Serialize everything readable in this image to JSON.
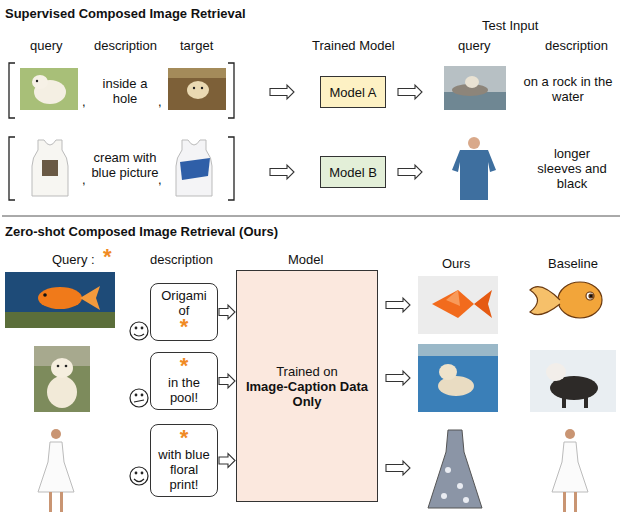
{
  "diagram": {
    "nodes": [
      {
        "text": [
          "Model A"
        ]
      },
      {
        "text": [
          "Model B"
        ]
      },
      {
        "text": [
          "Origami of",
          "*"
        ]
      },
      {
        "text": [
          "*",
          "in the pool!"
        ]
      },
      {
        "text": [
          "*",
          "with blue floral print!"
        ]
      },
      {
        "text": [
          "Trained on",
          "Image-Caption Data Only"
        ]
      }
    ],
    "edges": [
      {
        "from": 2,
        "to": 5,
        "arrow": "to"
      },
      {
        "from": 3,
        "to": 5,
        "arrow": "to"
      },
      {
        "from": 4,
        "to": 5,
        "arrow": "to"
      }
    ],
    "labels": [
      "Supervised Composed Image Retrieval",
      "query",
      "description",
      "target",
      "Test Input",
      "Trained Model",
      "query",
      "description",
      ",",
      "inside a hole",
      ",",
      "on a rock in the water",
      ",",
      "cream with blue picture",
      ",",
      "longer sleeves and black",
      "Zero-shot Composed Image Retrieval (Ours)",
      "Query :",
      "*",
      "description",
      "Model",
      "Ours",
      "Baseline"
    ]
  }
}
